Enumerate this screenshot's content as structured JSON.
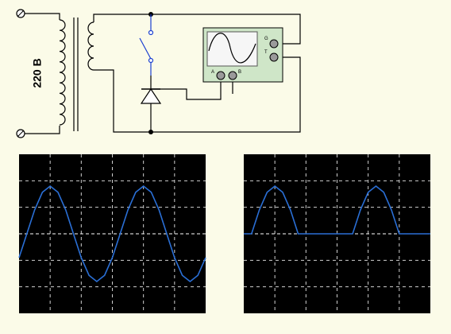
{
  "circuit": {
    "voltage_label": "220 В",
    "oscilloscope": {
      "terminal_a": "A",
      "terminal_b": "B",
      "terminal_g": "G",
      "terminal_t": "T"
    }
  },
  "colors": {
    "background": "#fbfbe8",
    "screen": "#000000",
    "trace": "#2a6fd6",
    "scope_body": "#cfe6c8",
    "switch_wire": "#1a3fd0"
  },
  "chart_data": [
    {
      "type": "line",
      "title": "",
      "xlabel": "",
      "ylabel": "",
      "xlim": [
        0,
        1
      ],
      "ylim": [
        -1,
        1
      ],
      "grid": true,
      "series": [
        {
          "x": [
            0,
            0.0417,
            0.0833,
            0.125,
            0.1667,
            0.2083,
            0.25,
            0.2917,
            0.3333,
            0.375,
            0.4167,
            0.4583,
            0.5,
            0.5417,
            0.5833,
            0.625,
            0.6667,
            0.7083,
            0.75,
            0.7917,
            0.8333,
            0.875,
            0.9167,
            0.9583,
            1
          ],
          "y": [
            -0.5,
            0,
            0.5,
            0.87,
            1,
            0.87,
            0.5,
            0,
            -0.5,
            -0.87,
            -1,
            -0.87,
            -0.5,
            0,
            0.5,
            0.87,
            1,
            0.87,
            0.5,
            0,
            -0.5,
            -0.87,
            -1,
            -0.87,
            -0.5
          ]
        }
      ]
    },
    {
      "type": "line",
      "title": "",
      "xlabel": "",
      "ylabel": "",
      "xlim": [
        0,
        1
      ],
      "ylim": [
        -1,
        1
      ],
      "grid": true,
      "series": [
        {
          "x": [
            0,
            0.0417,
            0.0833,
            0.125,
            0.1667,
            0.2083,
            0.25,
            0.2917,
            0.3333,
            0.375,
            0.4167,
            0.4583,
            0.5,
            0.5417,
            0.5833,
            0.625,
            0.6667,
            0.7083,
            0.75,
            0.7917,
            0.8333,
            0.875,
            0.9167,
            0.9583,
            1
          ],
          "y": [
            0,
            0,
            0.5,
            0.87,
            1,
            0.87,
            0.5,
            0,
            0,
            0,
            0,
            0,
            0,
            0,
            0,
            0.5,
            0.87,
            1,
            0.87,
            0.5,
            0,
            0,
            0,
            0,
            0
          ]
        }
      ]
    }
  ]
}
